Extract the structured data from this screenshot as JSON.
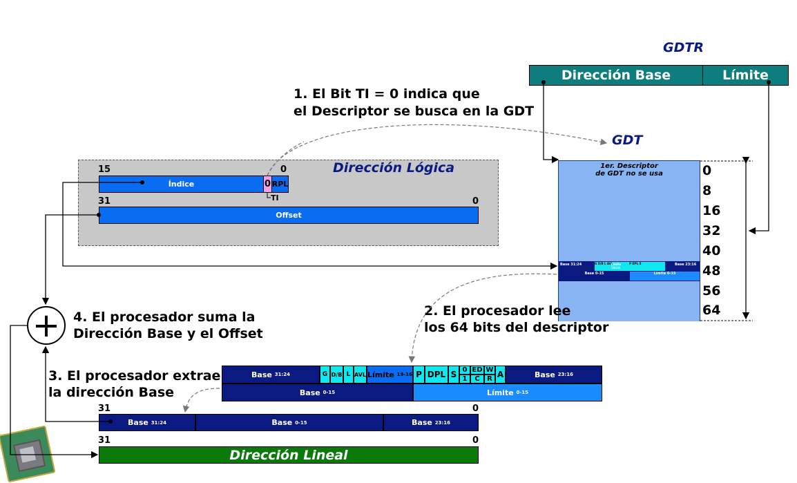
{
  "gdtr": {
    "title": "GDTR",
    "base_label": "Dirección Base",
    "limit_label": "Límite"
  },
  "gdt": {
    "title": "GDT",
    "first_line1": "1er. Descriptor",
    "first_line2": "de GDT no se usa",
    "offsets": [
      "0",
      "8",
      "16",
      "32",
      "40",
      "48",
      "56",
      "64"
    ],
    "mini": {
      "base3124": "Base 31:24",
      "g": "G",
      "db": "D/B",
      "l": "L",
      "avl": "AVL",
      "limit1916": "Límite 19:16",
      "p": "P",
      "dpl": "DPL",
      "s": "S",
      "base2316": "Base 23:16",
      "base015": "Base 0-15",
      "limit015": "Límite 0-15"
    }
  },
  "logical": {
    "title": "Dirección Lógica",
    "bit15": "15",
    "bit0a": "0",
    "bit31": "31",
    "bit0b": "0",
    "index_label": "Índice",
    "ti_value": "0",
    "rpl_label": "RPL",
    "ti_label": "TI",
    "offset_label": "Offset"
  },
  "steps": {
    "step1_line1": "1. El Bit TI = 0 indica que",
    "step1_line2": "el Descriptor se busca en la GDT",
    "step2_line1": "2. El procesador lee",
    "step2_line2": "los 64 bits del descriptor",
    "step3_line1": "3. El procesador extrae",
    "step3_line2": "la dirección Base",
    "step4_line1": "4. El procesador suma la",
    "step4_line2": "Dirección Base y el Offset"
  },
  "descriptor": {
    "base3124": "Base",
    "base3124_bits": "31:24",
    "g": "G",
    "db": "D/B",
    "l": "L",
    "avl": "AVL",
    "limit1916": "Límite",
    "limit1916_bits": "19-16",
    "p": "P",
    "dpl": "DPL",
    "s": "S",
    "f0": "0",
    "f1": "1",
    "ed": "ED",
    "c": "C",
    "w": "W",
    "r": "R",
    "a": "A",
    "base2316": "Base",
    "base2316_bits": "23:16",
    "base015": "Base",
    "base015_bits": "0-15",
    "limit015": "Límite",
    "limit015_bits": "0-15"
  },
  "base_reg": {
    "bit31": "31",
    "bit0": "0",
    "b3124": "Base",
    "b3124_bits": "31:24",
    "b015": "Base",
    "b015_bits": "0-15",
    "b2316": "Base",
    "b2316_bits": "23:16"
  },
  "linear": {
    "bit31": "31",
    "bit0": "0",
    "label": "Dirección Lineal"
  },
  "adder": {
    "symbol": "+"
  },
  "colors": {
    "gdtr": "#0e7d7d",
    "navy": "#0a1a80",
    "blue": "#0a6cf0",
    "cyan": "#10e8f0",
    "gdt_row": "#88b4f4",
    "gray_panel": "#c8c8c8",
    "green": "#0b7a0b",
    "pink": "#f0a0e8"
  }
}
